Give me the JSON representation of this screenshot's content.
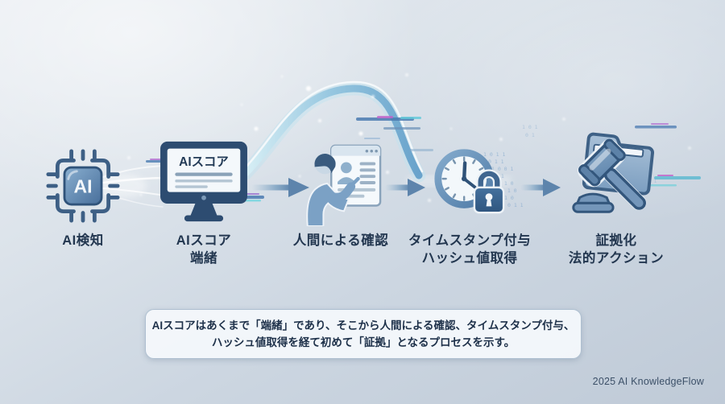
{
  "flow": {
    "steps": [
      {
        "icon": "ai-chip-icon",
        "chip_text": "AI",
        "label_lines": [
          "AI検知"
        ]
      },
      {
        "icon": "monitor-icon",
        "screen_text": "AIスコア",
        "label_lines": [
          "AIスコア",
          "端緒"
        ]
      },
      {
        "icon": "person-review-icon",
        "label_lines": [
          "人間による確認"
        ]
      },
      {
        "icon": "clock-lock-icon",
        "label_lines": [
          "タイムスタンプ付与",
          "ハッシュ値取得"
        ]
      },
      {
        "icon": "gavel-folder-icon",
        "label_lines": [
          "証拠化",
          "法的アクション"
        ]
      }
    ]
  },
  "note": {
    "line1": "AIスコアはあくまで「端緒」であり、そこから人間による確認、タイムスタンプ付与、",
    "line2": "ハッシュ値取得を経て初めて「証拠」となるプロセスを示す。"
  },
  "footer": {
    "credit": "2025 AI KnowledgeFlow"
  },
  "colors": {
    "background_top": "#e9edf2",
    "background_bottom": "#bfcad7",
    "icon_dark_blue": "#2d4c71",
    "icon_mid_blue": "#7496ba",
    "icon_outline": "#33567c",
    "arrow_blue": "#5d84ac",
    "ribbon_teal": "#8fc3de",
    "glitch_purple": "#b06ad0",
    "glitch_teal": "#62d4de",
    "label_text": "#233750",
    "note_bg": "#f4f8fb",
    "note_border": "#aebfd0",
    "note_text": "#1d3049"
  }
}
